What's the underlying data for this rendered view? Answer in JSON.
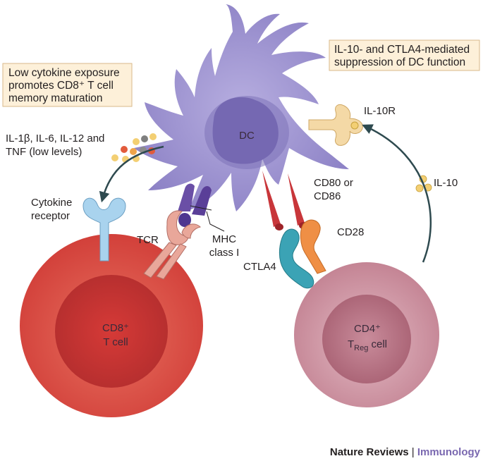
{
  "boxes": {
    "left": {
      "lines": [
        "Low cytokine exposure",
        "promotes CD8⁺ T cell",
        "memory maturation"
      ],
      "fill": "#fdf0d9",
      "stroke": "#d9b98a"
    },
    "right": {
      "lines": [
        "IL-10- and CTLA4-mediated",
        "suppression of DC function"
      ],
      "fill": "#fdf0d9",
      "stroke": "#d9b98a"
    }
  },
  "cells": {
    "dc": {
      "label": "DC",
      "color": "#8f84c8"
    },
    "cd8": {
      "label_line1": "CD8⁺",
      "label_line2": "T cell",
      "color": "#d8463f"
    },
    "treg": {
      "label_line1": "CD4⁺",
      "label_t": "T",
      "label_sub": "Reg",
      "label_tail": " cell",
      "color": "#c58a98"
    }
  },
  "labels": {
    "cytokines_line1": "IL-1β, IL-6, IL-12 and",
    "cytokines_line2": "TNF (low levels)",
    "cytokine_receptor_line1": "Cytokine",
    "cytokine_receptor_line2": "receptor",
    "tcr": "TCR",
    "mhc_line1": "MHC",
    "mhc_line2": "class I",
    "cd80_line1": "CD80 or",
    "cd80_line2": "CD86",
    "cd28": "CD28",
    "ctla4": "CTLA4",
    "il10r": "IL-10R",
    "il10": "IL-10"
  },
  "credit": {
    "journal": "Nature Reviews",
    "separator": " | ",
    "field": "Immunology"
  },
  "colors": {
    "arrow": "#2e4a4f",
    "receptor_blue": "#a9d3ee",
    "tcr_pink": "#e9a79a",
    "mhc_purple": "#6a4fa6",
    "cd28_orange": "#ef8f45",
    "ctla4_teal": "#3ba3b5",
    "cd80_red": "#c8363a",
    "il10r_cream": "#f4d9a6",
    "dot_yellow": "#f3cf73"
  },
  "icons": [
    "cytokine-dot-icon",
    "arrow-icon",
    "receptor-icon"
  ]
}
